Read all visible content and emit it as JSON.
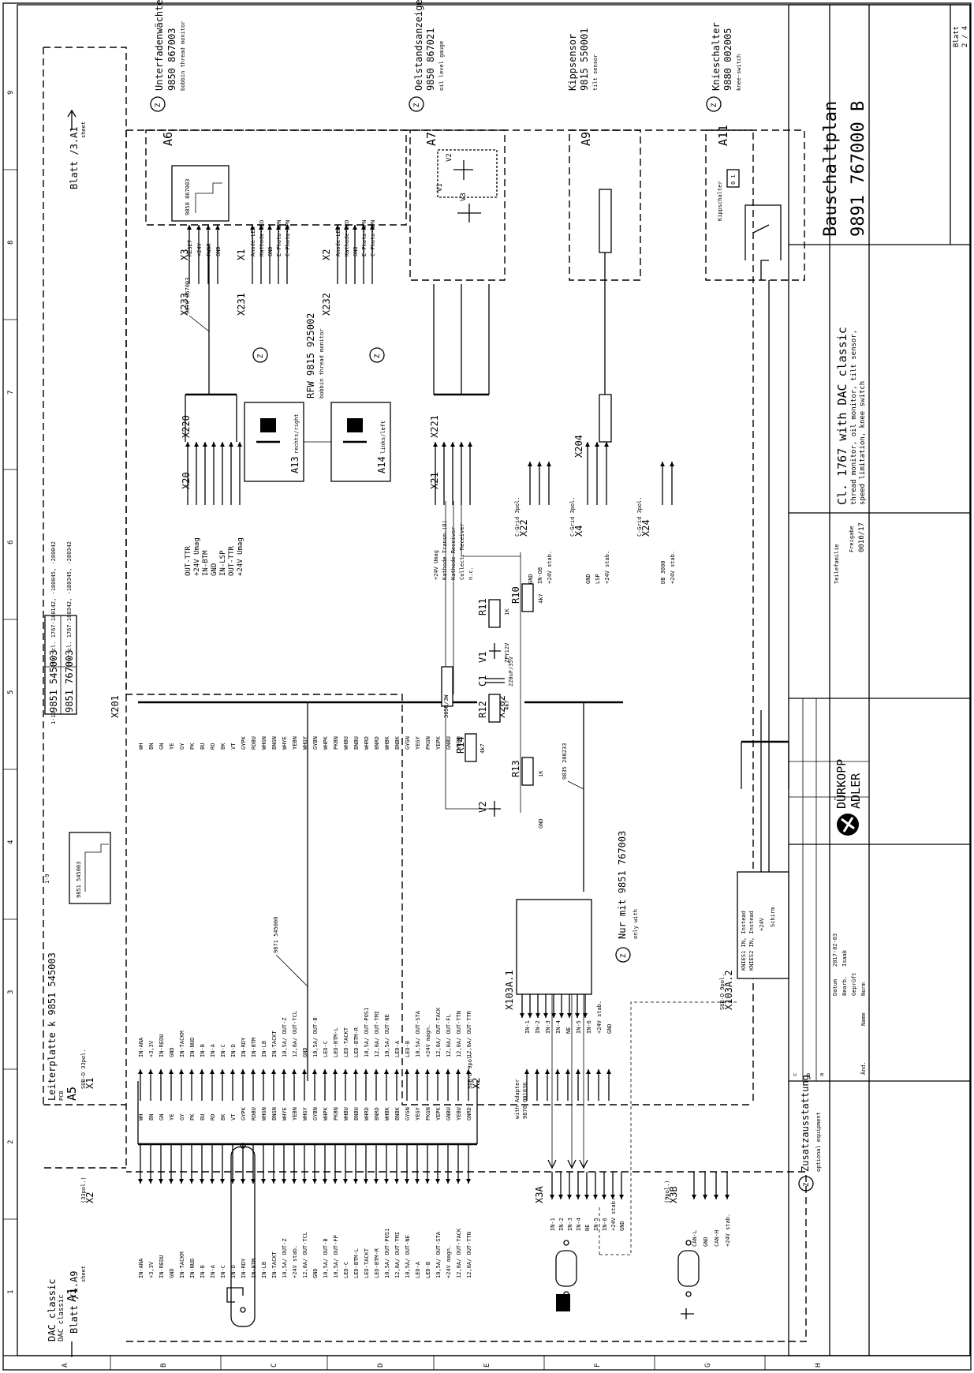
{
  "title_block": {
    "drawing_type": "Bauschaltplan",
    "drawing_number": "9891 767000 B",
    "sheet_label": "Blatt",
    "sheet_of": "2 / 4",
    "desc_title": "Cl. 1767 with DAC classic",
    "desc_sub1": "thread monitor, oil monitor, tilt sensor,",
    "desc_sub2": "speed limitation, knee switch",
    "brand1": "DÜRKOPP",
    "brand2": "ADLER",
    "teilefamilie": "Teilefamilie",
    "freigabe_label": "Freigabe",
    "freigabe_value": "0010/17",
    "datum_label": "Datum",
    "datum_value": "2017-02-03",
    "bearb_label": "Bearb.",
    "bearb_value": "Isaak",
    "gepruft_label": "Geprüft",
    "norm_label": "Norm",
    "name_label": "Name",
    "and_label": "Änd.",
    "rev_rows": [
      "c",
      "b",
      "a",
      "a"
    ]
  },
  "grid": {
    "numbers": [
      "1",
      "2",
      "3",
      "4",
      "5",
      "6",
      "7",
      "8",
      "9"
    ],
    "letters": [
      "A",
      "B",
      "C",
      "D",
      "E",
      "F",
      "G",
      "H"
    ]
  },
  "sheet_refs": {
    "left": "Blatt /1.A9",
    "left_sub": "sheet",
    "right": "Blatt /3.A1",
    "right_sub": "sheet"
  },
  "dac": {
    "label": "DAC classic",
    "sub": "DAC classic",
    "id": "A1",
    "x2_label": "X2",
    "x2_type": "(33pol.)",
    "x3a_label": "X3A",
    "x3b_label": "X3B",
    "x3b_type": "(9pol.)",
    "x2_pins": [
      "IN-ANA",
      "+3,3V",
      "IN-REDU",
      "GND",
      "IN-TACKM",
      "IN-NUD",
      "IN-B",
      "IN-A",
      "IN-C",
      "IN-D",
      "IN-RDY",
      "IN-BTM",
      "IN-LB",
      "IN-TACKT",
      "10,5A/ OUT-Z",
      "+24V stab.",
      "12,0A/ OUT-TCL",
      "GND",
      "10,5A/ OUT-B",
      "10,5A/ OUT-FP",
      "LED-C",
      "LED-BTM-L",
      "LED-TACKT",
      "LED-BTM-R",
      "10,5A/ OUT-POS1",
      "12,0A/ OUT-TMI",
      "10,5A/ OUT-NE",
      "LED-A",
      "LED-B",
      "10,5A/ OUT-STA",
      "+24V magn.",
      "12,0A/ OUT-TACK",
      "12,0A/ OUT-TTN"
    ],
    "x3a_pins": [
      "IN-1",
      "IN-2",
      "IN-3",
      "IN-4",
      "NE",
      "IN-5",
      "IN-6",
      "+24V stab.",
      "GND"
    ],
    "x3b_pins": [
      "CAN-L",
      "GND",
      "CAN-H",
      "+24V stab."
    ]
  },
  "cable_main": "9871 545000",
  "cable_adapter_label": "with Adapter",
  "cable_adapter_id": "9870 001036",
  "cable_x202": "9835 200233",
  "x103a1": {
    "label": "X103A.1"
  },
  "x103a2": {
    "label": "X103A.2",
    "type": "SUB-D 9pol.",
    "lines": [
      "KNIES1 IN, Instead",
      "KNIES2 IN, Instead",
      "+24V",
      "Schirm"
    ]
  },
  "only_with": {
    "text": "Nur mit 9851 767003",
    "sub": "only with"
  },
  "optional": {
    "text": "Zusatzausstattung",
    "sub": "optional equipment"
  },
  "pcb": {
    "label": "Leiterplatte k 9851 545003",
    "sub": "PCB",
    "id": "A5",
    "range": "1-9",
    "ref_box": "9851 545003",
    "table": [
      {
        "part": "9851 545003",
        "note": "für cl. 1767-180142, -180045, -280042"
      },
      {
        "part": "9851 767003",
        "note": "für cl. 1767-180342, -180345, -280342"
      }
    ]
  },
  "x1_pcb": {
    "label": "X1",
    "type": "SUB-D 33pol.",
    "conn": "X201",
    "pins": [
      "IN-ANA",
      "+3,3V",
      "IN-REDU",
      "GND",
      "IN-TACKM",
      "IN-NUD",
      "IN-B",
      "IN-A",
      "IN-C",
      "IN-D",
      "IN-RDY",
      "IN-BTM",
      "IN-LB",
      "IN-TACKT",
      "10,5A/ OUT-Z",
      "12,0A/ OUT-TCL",
      "GND",
      "10,5A/ OUT-B",
      "LED-C",
      "LED-BTM-L",
      "LED-TACKT",
      "LED-BTM-R",
      "10,5A/ OUT-POS1",
      "12,0A/ OUT-TMI",
      "10,5A/ OUT-NE",
      "LED-A",
      "LED-B",
      "10,5A/ OUT-STA",
      "+24V magn.",
      "12,0A/ OUT-TACK",
      "12,0A/ OUT-FL",
      "12,0A/ OUT-TTN",
      "12,0A/ OUT-TTR"
    ]
  },
  "x2_pcb": {
    "label": "X2",
    "type": "SUB-D 9pol.",
    "conn": "X202",
    "pins": [
      "IN-1",
      "IN-2",
      "IN-3",
      "IN-4",
      "NE",
      "IN-5",
      "IN-6",
      "+24V stab.",
      "GND"
    ]
  },
  "x20": {
    "label": "X20",
    "conn": "X220",
    "pins": [
      "OUT-TTR",
      "+24V Umag",
      "IN-BTM",
      "GND",
      "IN-LSP",
      "OUT-TTR",
      "+24V Umag"
    ]
  },
  "x21": {
    "label": "X21",
    "conn": "X221",
    "pins": [
      "+24V Umag",
      "Kathode Transm.(D)",
      "Kathode Receiver",
      "Collect. Receiver",
      "n.c."
    ]
  },
  "x22": {
    "label": "X22",
    "type": "C-Grid 3pol.",
    "pins": [
      "GND",
      "IN-OB",
      "+24V stab."
    ]
  },
  "x4": {
    "label": "X4",
    "type": "C-Grid 3pol.",
    "conn": "X204",
    "pins": [
      "GND",
      "LSP",
      "+24V stab."
    ]
  },
  "x24": {
    "label": "X24",
    "type": "C-Grid 3pol.",
    "pins": [
      "DB 3000",
      "+24V stab."
    ]
  },
  "cable_a6": "9870 867003",
  "a6": {
    "id": "A6",
    "name": "Unterfadenwächter",
    "part": "9850 867003",
    "en": "bobbin thread monitor",
    "ref_box": "9850 867003",
    "x3": "X3",
    "conn": "X233",
    "pins": [
      "RESET",
      "+24V",
      "FWSR",
      "GND"
    ]
  },
  "x1_led": {
    "label": "X1",
    "conn": "X231",
    "pins": [
      "Anode-LED",
      "Kathode-LED",
      "GND",
      "E-Photo-NPN",
      "C-Photo-NPN"
    ]
  },
  "x2_led": {
    "label": "X2",
    "conn": "X232",
    "pins": [
      "Anode-LED",
      "Kathode-LED",
      "GND",
      "E-Photo-NPN",
      "C-Photo-NPN"
    ]
  },
  "rfw": {
    "text": "RFW 9815 925002",
    "sub": "bobbin thread monitor"
  },
  "a13": {
    "id": "A13",
    "sub": "rechts/right"
  },
  "a14": {
    "id": "A14",
    "sub": "links/left"
  },
  "a7": {
    "id": "A7",
    "name": "Oelstandsanzeige",
    "part": "9850 867021",
    "en": "oil level gauge",
    "v1": "V1",
    "v2": "V2",
    "v3": "V3"
  },
  "a9": {
    "id": "A9",
    "name": "Kippsensor",
    "part": "9815 550001",
    "en": "tilt sensor"
  },
  "a11": {
    "id": "A11",
    "name": "Knieschalter",
    "part": "9880 002005",
    "en": "knee-switch",
    "kipp": "Kippschalter",
    "states": "0 1"
  },
  "components": {
    "r10": {
      "id": "R10",
      "val": "4k7"
    },
    "r11": {
      "id": "R11",
      "val": "1K"
    },
    "r12": {
      "id": "R12",
      "val": "4k7"
    },
    "r13": {
      "id": "R13",
      "val": "1K"
    },
    "r14": {
      "id": "R14",
      "val": "4k7"
    },
    "v1": {
      "id": "V1",
      "val": "ZPY12V"
    },
    "v2": {
      "id": "V2"
    },
    "c1": {
      "id": "C1",
      "val": "220uF/35V"
    },
    "r_big": {
      "val": "365R/3W"
    },
    "gnd": "GND"
  },
  "wire_colors": [
    "WH",
    "BN",
    "GN",
    "YE",
    "GY",
    "PK",
    "BU",
    "RD",
    "BK",
    "VT",
    "GYPK",
    "RDBU",
    "WHGN",
    "BNGN",
    "WHYE",
    "YEBN",
    "WHGY",
    "GYBN",
    "WHPK",
    "PKBN",
    "WHBU",
    "BNBU",
    "WHRD",
    "BNRD",
    "WHBK",
    "BNBK",
    "GYGN",
    "YEGY",
    "PKGN",
    "YEPK",
    "GNBU",
    "YEBU",
    "GNRD"
  ],
  "z_mark": "Z"
}
